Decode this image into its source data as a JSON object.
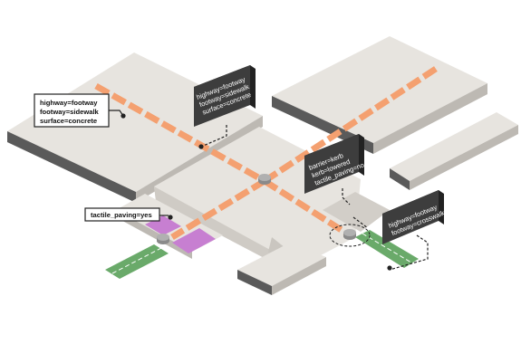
{
  "tags": {
    "footway_tag_lines": [
      "highway=footway",
      "footway=sidewalk",
      "surface=concrete"
    ],
    "tactile_tag": "tactile_paving=yes",
    "dark_sidewalk_lines": [
      "highway=footway",
      "footway=sidewalk",
      "surface=concrete"
    ],
    "dark_kerb_lines": [
      "barrier=kerb",
      "kerb=lowered",
      "tactile_paving=no"
    ],
    "dark_crosswalk_lines": [
      "highway=footway",
      "footway=crosswalk"
    ]
  },
  "colors": {
    "pavement": "#e7e4df",
    "pavement_side": "#b8b4ae",
    "curb": "#595959",
    "footway": "#f4a070",
    "crosswalk": "#6aaa6a",
    "tactile": "#c77fd1",
    "label_dark": "#3d3d3d"
  }
}
